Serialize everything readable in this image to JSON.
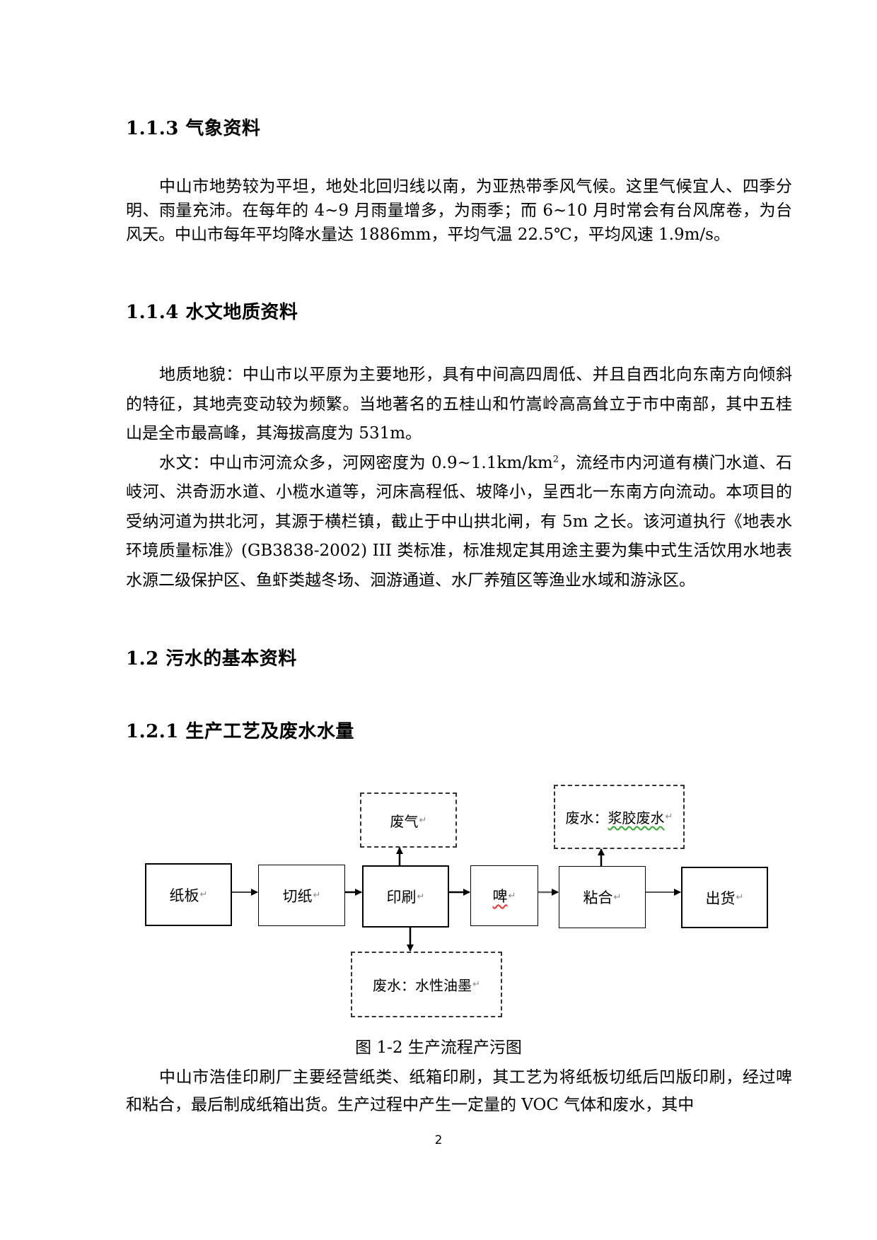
{
  "sections": {
    "s113": {
      "heading": "1.1.3 气象资料",
      "paragraphs": [
        "中山市地势较为平坦，地处北回归线以南，为亚热带季风气候。这里气候宜人、四季分明、雨量充沛。在每年的 4~9 月雨量增多，为雨季；而 6~10 月时常会有台风席卷，为台风天。中山市每年平均降水量达 1886mm，平均气温 22.5℃，平均风速 1.9m/s。"
      ]
    },
    "s114": {
      "heading": "1.1.4 水文地质资料",
      "paragraphs": [
        "地质地貌：中山市以平原为主要地形，具有中间高四周低、并且自西北向东南方向倾斜的特征，其地壳变动较为频繁。当地著名的五桂山和竹嵩岭高高耸立于市中南部，其中五桂山是全市最高峰，其海拔高度为 531m。"
      ],
      "hydro": {
        "before_sup": "水文：中山市河流众多，河网密度为 0.9~1.1km/km",
        "sup": "2",
        "after_sup": "，流经市内河道有横门水道、石岐河、洪奇沥水道、小榄水道等，河床高程低、坡降小，呈西北一东南方向流动。本项目的受纳河道为拱北河，其源于横栏镇，截止于中山拱北闸，有 5m 之长。该河道执行《地表水环境质量标准》(GB3838-2002) III 类标准，标准规定其用途主要为集中式生活饮用水地表水源二级保护区、鱼虾类越冬场、洄游通道、水厂养殖区等渔业水域和游泳区。"
      }
    },
    "s12": {
      "heading": "1.2 污水的基本资料"
    },
    "s121": {
      "heading": "1.2.1 生产工艺及废水水量",
      "diagram": {
        "process_steps": [
          {
            "id": "paperboard",
            "label": "纸板"
          },
          {
            "id": "cutting",
            "label": "切纸"
          },
          {
            "id": "printing",
            "label": "印刷"
          },
          {
            "id": "beer",
            "label": "啤"
          },
          {
            "id": "gluing",
            "label": "粘合"
          },
          {
            "id": "shipping",
            "label": "出货"
          }
        ],
        "outputs": {
          "waste_gas": "废气",
          "waste_water_glue_prefix": "废水：",
          "waste_water_glue": "浆胶废水",
          "waste_water_ink": "废水：水性油墨"
        },
        "para_mark": "↵"
      },
      "caption": "图 1-2 生产流程产污图",
      "paragraphs": [
        "中山市浩佳印刷厂主要经营纸类、纸箱印刷，其工艺为将纸板切纸后凹版印刷，经过啤和粘合，最后制成纸箱出货。生产过程中产生一定量的 VOC 气体和废水，其中"
      ]
    }
  },
  "page_number": "2"
}
